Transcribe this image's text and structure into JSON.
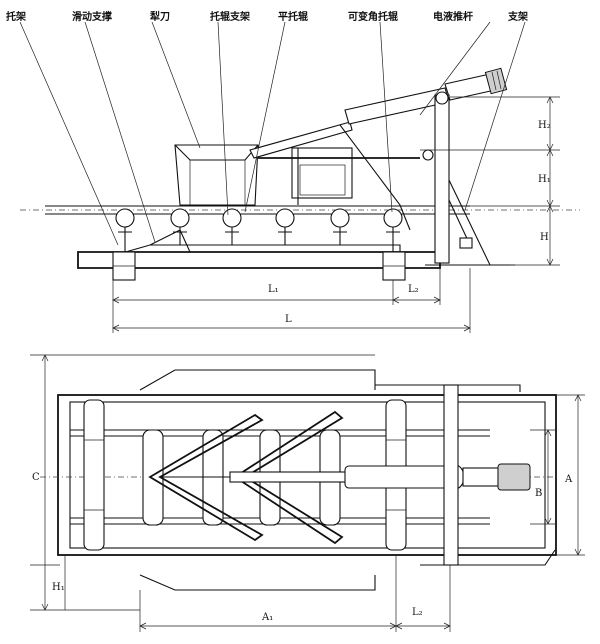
{
  "side_view": {
    "labels": {
      "idler_frame": "托架",
      "sliding_bracket": "滑动支撑",
      "plough_blade": "犁刀",
      "carrier_idler_bracket": "托辊支架",
      "flat_idler": "平托辊",
      "variable_angle_idler": "可变角托辊",
      "electric_pushrod": "电液推杆",
      "support": "支架"
    },
    "dimensions": {
      "L": "L",
      "L1": "L₁",
      "L2": "L₂",
      "H": "H",
      "H1": "H₁",
      "H2": "H₂"
    }
  },
  "top_view": {
    "dimensions": {
      "C": "C",
      "A": "A",
      "B": "B",
      "H1": "H₁",
      "A1": "A₁",
      "L2": "L₂"
    }
  }
}
